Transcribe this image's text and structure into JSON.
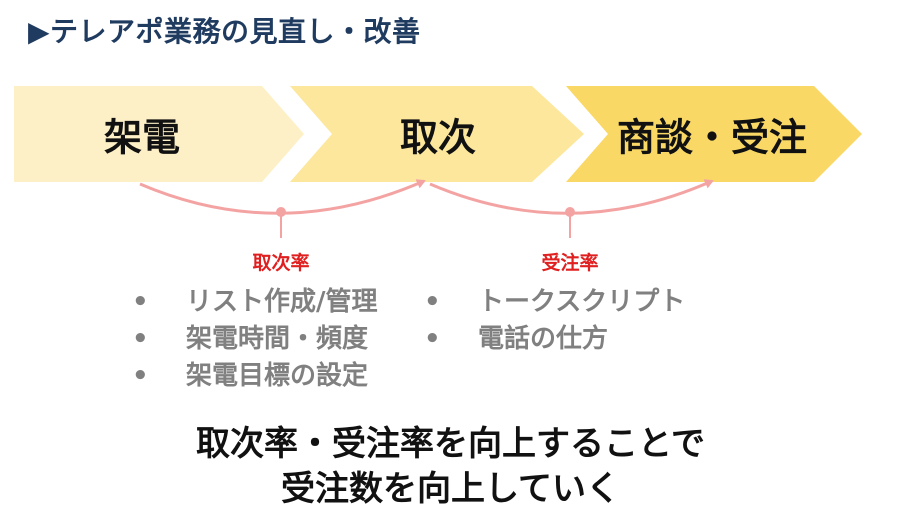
{
  "title": "▶テレアポ業務の見直し・改善",
  "steps": [
    {
      "label": "架電",
      "color": "#fdf0c6"
    },
    {
      "label": "取次",
      "color": "#fce79c"
    },
    {
      "label": "商談・受注",
      "color": "#f9d866"
    }
  ],
  "rates": [
    {
      "label": "取次率"
    },
    {
      "label": "受注率"
    }
  ],
  "arc_color": "#f4a3a3",
  "bullet_char": "•",
  "bullets_left": [
    "リスト作成/管理",
    "架電時間・頻度",
    "架電目標の設定"
  ],
  "bullets_right": [
    "トークスクリプト",
    "電話の仕方"
  ],
  "conclusion": {
    "line1": "取次率・受注率を向上することで",
    "line2": "受注数を向上していく"
  }
}
